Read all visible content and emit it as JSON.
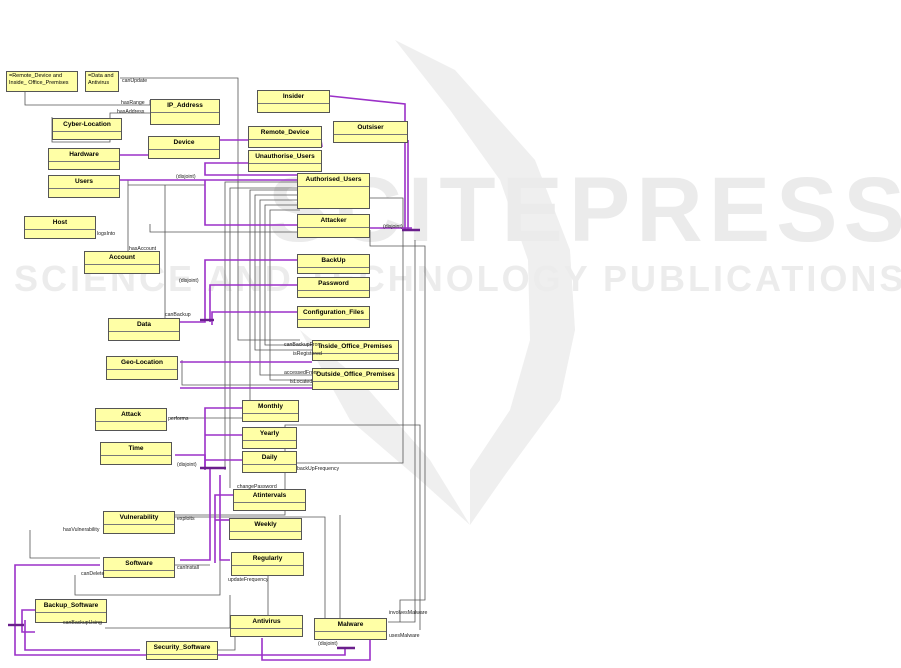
{
  "watermark": {
    "line1": "SCITEPRESS",
    "line2": "SCIENCE AND TECHNOLOGY PUBLICATIONS"
  },
  "notes": {
    "remote_note": "=Remote_Device and Inside_ Office_Premises",
    "data_note": "=Data and Antivirus"
  },
  "classes": {
    "ip_address": "IP_Address",
    "cyber_location": "Cyber-Location",
    "device": "Device",
    "hardware": "Hardware",
    "users": "Users",
    "host": "Host",
    "account": "Account",
    "data": "Data",
    "geo_location": "Geo-Location",
    "attack": "Attack",
    "time": "Time",
    "vulnerability": "Vulnerability",
    "software": "Software",
    "backup_software": "Backup_Software",
    "security_software": "Security_Software",
    "insider": "Insider",
    "remote_device": "Remote_Device",
    "outsider": "Outsiser",
    "unauthorised_users": "Unauthorise_Users",
    "authorised_users": "Authorised_Users",
    "attacker": "Attacker",
    "backup": "BackUp",
    "password": "Password",
    "configuration_files": "Configuration_Files",
    "inside_office": "Inside_Office_Premises",
    "outside_office": "Outside_Office_Premises",
    "monthly": "Monthly",
    "yearly": "Yearly",
    "daily": "Daily",
    "atintervals": "Atintervals",
    "weekly": "Weekly",
    "regularly": "Regularly",
    "antivirus": "Antivirus",
    "malware": "Malware"
  },
  "labels": {
    "canUpdate": "canUpdate",
    "hasRange": "hasRange",
    "hasAddress": "hasAddress",
    "disjoint_users": "(disjoint)",
    "logsInto": "logsInto",
    "hasAccount": "hasAccount",
    "disjoint_data": "(disjoint)",
    "canBackup": "canBackup",
    "disjoint_attacker": "(disjoint)",
    "canBackupFrom": "canBackupFrom",
    "isRegistered": "isRegistered",
    "accessedFrom": "accessedFrom",
    "isLocated": "isLocated",
    "performs": "performs",
    "disjoint_time": "(disjoint)",
    "backUpFrequency": "backUpFrequency",
    "changePassword": "changePassword",
    "exploits": "exploits",
    "hasVulnerability": "hasVulnerability",
    "canDelete": "canDelete",
    "canInstall": "canInstall",
    "updateFrequency": "updateFrequency",
    "canBackupUsing": "canBackupUsing",
    "involvesMalware": "involvesMalware",
    "usesMalware": "usesMalware",
    "disjoint_sw": "(disjoint)"
  },
  "colors": {
    "class_fill": "#ffffa6",
    "subclass_edge": "#9b30c8",
    "relation_edge": "#555555",
    "watermark": "#e6e6e6"
  }
}
